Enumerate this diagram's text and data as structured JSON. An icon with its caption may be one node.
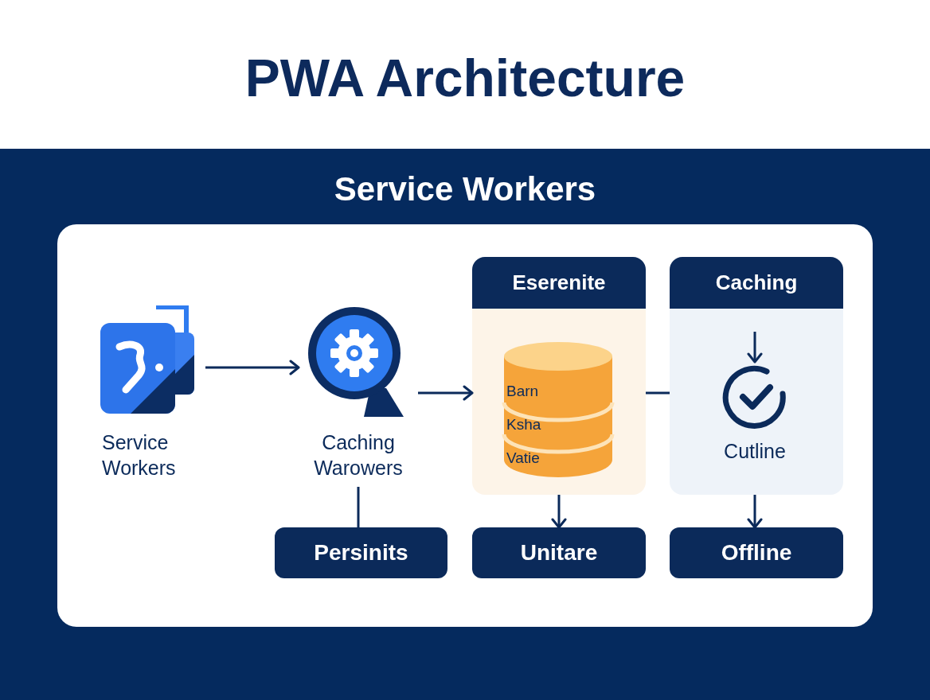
{
  "diagram": {
    "title": "PWA Architecture",
    "nodes": [
      {
        "text": [
          "Service Workers"
        ]
      },
      {
        "text": [
          "Service Workers"
        ],
        "in": 0
      },
      {
        "text": [
          "Caching Warowers"
        ],
        "in": 0
      },
      {
        "text": [
          "Eserenite"
        ],
        "in": 0
      },
      {
        "text": [
          "Barn",
          "Ksha",
          "Vatie"
        ],
        "in": 3
      },
      {
        "text": [
          "Caching"
        ],
        "in": 0
      },
      {
        "text": [
          "Cutline"
        ],
        "in": 5
      },
      {
        "text": [
          "Persinits"
        ],
        "in": 0
      },
      {
        "text": [
          "Unitare"
        ],
        "in": 0
      },
      {
        "text": [
          "Offline"
        ],
        "in": 0
      }
    ],
    "edges": [
      {
        "from": 1,
        "to": 2,
        "arrow": "to"
      },
      {
        "from": 2,
        "to": 3,
        "arrow": "to"
      },
      {
        "from": 3,
        "to": 5,
        "arrow": "none"
      },
      {
        "from": 2,
        "to": 7,
        "arrow": "none"
      },
      {
        "from": 3,
        "to": 8,
        "arrow": "to"
      },
      {
        "from": 5,
        "to": 9,
        "arrow": "to"
      },
      {
        "from": null,
        "to": 6,
        "arrow": "to"
      }
    ]
  }
}
